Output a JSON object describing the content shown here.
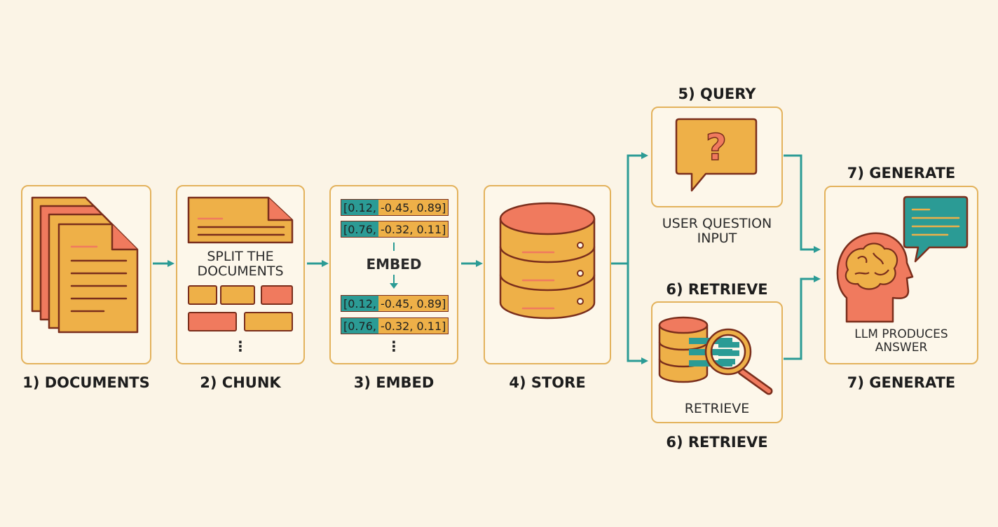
{
  "steps": {
    "documents": {
      "label": "1) DOCUMENTS"
    },
    "chunk": {
      "label": "2) CHUNK",
      "caption_line1": "SPLIT THE",
      "caption_line2": "DOCUMENTS",
      "ellipsis": "⋮"
    },
    "embed": {
      "label": "3) EMBED",
      "center_label": "EMBED",
      "ellipsis": "⋮",
      "vectors": [
        {
          "a": "[0.12,",
          "b": "-0.45, 0.89]"
        },
        {
          "a": "[0.76,",
          "b": "-0.32, 0.11]"
        },
        {
          "a": "[0.12,",
          "b": "-0.45, 0.89]"
        },
        {
          "a": "[0.76,",
          "b": "-0.32, 0.11]"
        }
      ]
    },
    "store": {
      "label": "4) STORE"
    },
    "query": {
      "label_top": "5) QUERY",
      "caption_line1": "USER QUESTION",
      "caption_line2": "INPUT"
    },
    "retrieve": {
      "label_top": "6) RETRIEVE",
      "caption": "RETRIEVE",
      "label_bottom": "6) RETRIEVE"
    },
    "generate": {
      "label_top": "7) GENERATE",
      "caption_line1": "LLM PRODUCES",
      "caption_line2": "ANSWER",
      "label_bottom": "7) GENERATE"
    }
  },
  "colors": {
    "background": "#fbf4e6",
    "box_border": "#e3b25c",
    "orange": "#eeb048",
    "coral": "#f07a5e",
    "outline": "#7a2e1c",
    "teal": "#2b9b95"
  }
}
